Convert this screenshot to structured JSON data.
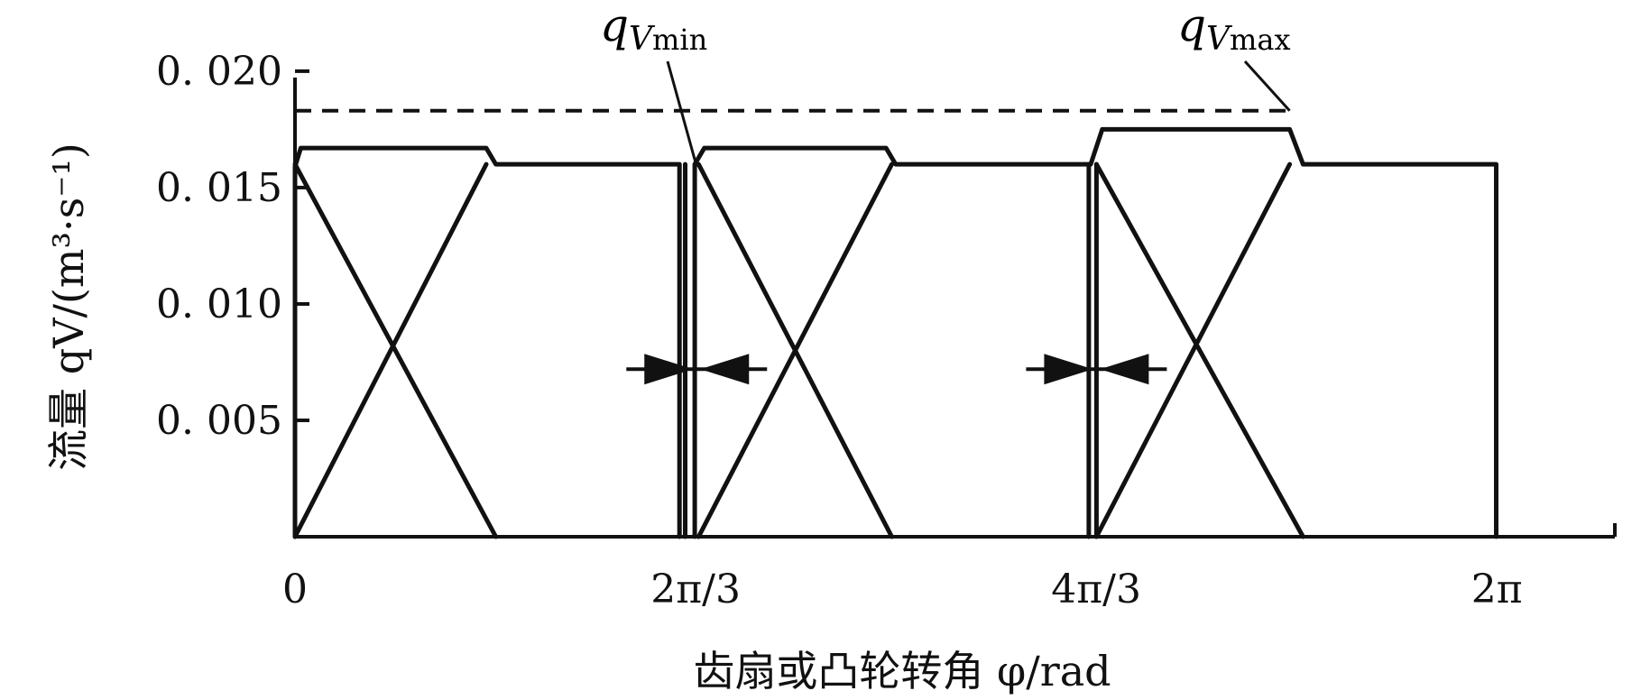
{
  "chart_data": {
    "type": "line",
    "xlabel": "齿扇或凸轮转角 φ/rad",
    "ylabel": "流量 qV/(m³·s⁻¹)",
    "x_ticks": [
      {
        "value": 0,
        "label": "0"
      },
      {
        "value": 2.0944,
        "label": "2π/3"
      },
      {
        "value": 4.1888,
        "label": "4π/3"
      },
      {
        "value": 6.2832,
        "label": "2π"
      }
    ],
    "y_ticks": [
      {
        "value": 0.005,
        "label": "0. 005"
      },
      {
        "value": 0.01,
        "label": "0. 010"
      },
      {
        "value": 0.015,
        "label": "0. 015"
      },
      {
        "value": 0.02,
        "label": "0. 020"
      }
    ],
    "xlim": [
      0,
      6.9
    ],
    "ylim": [
      0,
      0.0205
    ],
    "annotations": [
      {
        "id": "qvmin",
        "main": "q",
        "sub": "V",
        "small": "min",
        "x": 2.1,
        "y": 0.0159
      },
      {
        "id": "qvmax",
        "main": "q",
        "sub": "V",
        "small": "max",
        "x": 5.2,
        "y": 0.0183
      }
    ],
    "reference_lines": [
      {
        "type": "hline",
        "y": 0.0183,
        "style": "dashed",
        "x_range": [
          0,
          5.2
        ]
      }
    ],
    "series": [
      {
        "points": [
          [
            0.0,
            0
          ],
          [
            0.0,
            0.0159
          ],
          [
            0.03,
            0.0167
          ],
          [
            1.0,
            0.0167
          ],
          [
            1.05,
            0.016
          ],
          [
            2.01,
            0.016
          ],
          [
            2.01,
            0
          ]
        ]
      },
      {
        "points": [
          [
            0.0,
            0.016
          ],
          [
            1.05,
            0
          ]
        ]
      },
      {
        "points": [
          [
            0.0,
            0
          ],
          [
            1.0,
            0.016
          ]
        ]
      },
      {
        "points": [
          [
            2.04,
            0
          ],
          [
            2.04,
            0.016
          ]
        ]
      },
      {
        "points": [
          [
            2.09,
            0
          ],
          [
            2.09,
            0.016
          ],
          [
            2.14,
            0.0167
          ],
          [
            3.09,
            0.0167
          ],
          [
            3.14,
            0.016
          ],
          [
            4.15,
            0.016
          ],
          [
            4.15,
            0
          ]
        ]
      },
      {
        "points": [
          [
            2.11,
            0.016
          ],
          [
            3.12,
            0
          ]
        ]
      },
      {
        "points": [
          [
            2.11,
            0
          ],
          [
            3.12,
            0.016
          ]
        ]
      },
      {
        "points": [
          [
            4.19,
            0
          ],
          [
            4.19,
            0.016
          ]
        ]
      },
      {
        "points": [
          [
            4.16,
            0.016
          ],
          [
            4.22,
            0.0175
          ],
          [
            5.2,
            0.0175
          ],
          [
            5.27,
            0.016
          ],
          [
            6.28,
            0.016
          ],
          [
            6.28,
            0
          ]
        ]
      },
      {
        "points": [
          [
            4.19,
            0.016
          ],
          [
            5.27,
            0
          ]
        ]
      },
      {
        "points": [
          [
            4.19,
            0
          ],
          [
            5.2,
            0.016
          ]
        ]
      }
    ],
    "gap_markers": [
      {
        "x": 2.1,
        "y": 0.0072
      },
      {
        "x": 4.19,
        "y": 0.0072
      }
    ]
  }
}
